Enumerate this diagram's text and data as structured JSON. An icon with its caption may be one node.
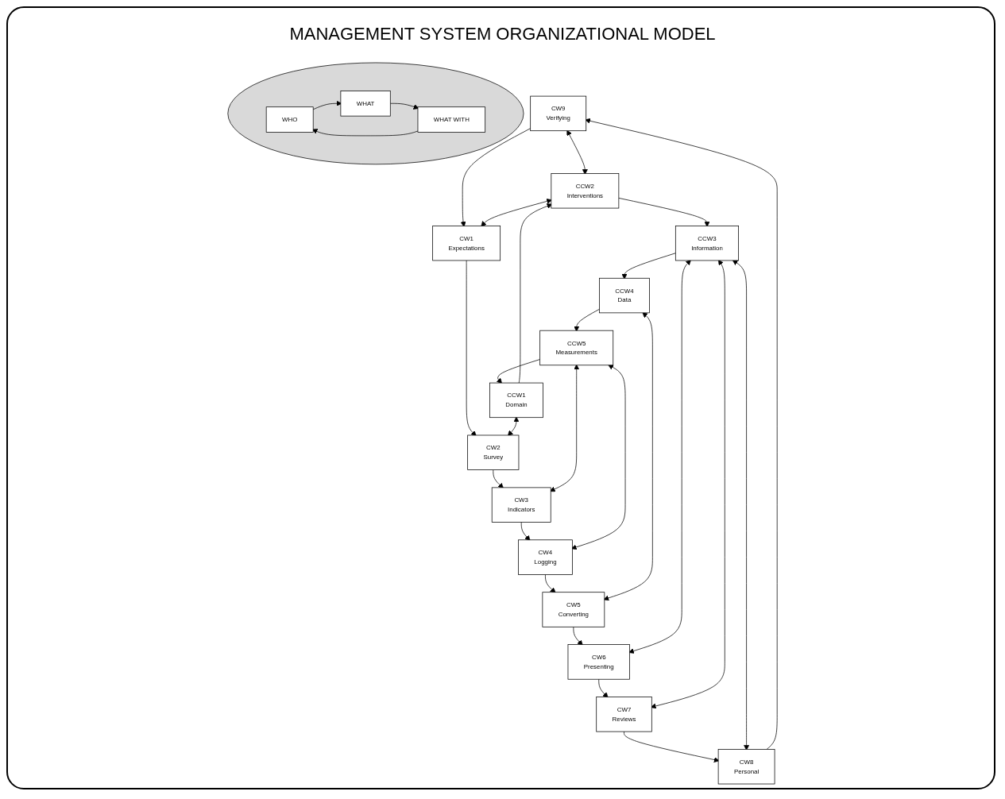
{
  "diagram": {
    "title": "MANAGEMENT SYSTEM ORGANIZATIONAL MODEL",
    "nodes": [
      {
        "text": [
          "CW9",
          "Verifying"
        ]
      },
      {
        "text": [
          "CW1",
          "Expectations"
        ]
      },
      {
        "text": [
          "CCW2",
          "Interventions"
        ]
      },
      {
        "text": [
          "CW8",
          "Personal"
        ]
      },
      {
        "text": [
          "CW2",
          "Survey"
        ]
      },
      {
        "text": [
          "CCW1",
          "Domain"
        ]
      },
      {
        "text": [],
        "shape": "circle"
      },
      {
        "text": [
          "WHO"
        ],
        "in": 6
      },
      {
        "text": [
          "WHAT"
        ],
        "in": 6
      },
      {
        "text": [
          "CW7",
          "Reviews"
        ]
      },
      {
        "text": [
          "CCW3",
          "Information"
        ]
      },
      {
        "text": [
          "CCW5",
          "Measurements"
        ]
      },
      {
        "text": [
          "CW3",
          "Indicators"
        ]
      },
      {
        "text": [
          "WHAT WITH"
        ],
        "in": 6
      },
      {
        "text": [
          "CCW4",
          "Data"
        ]
      },
      {
        "text": [
          "CW4",
          "Logging"
        ]
      },
      {
        "text": [
          "CW6",
          "Presenting"
        ]
      },
      {
        "text": [
          "CW5",
          "Converting"
        ]
      }
    ],
    "edges": [
      {
        "from": 0,
        "to": 1,
        "arrow": "to"
      },
      {
        "from": 1,
        "to": 4,
        "arrow": "to"
      },
      {
        "from": 4,
        "to": 12,
        "arrow": "to"
      },
      {
        "from": 12,
        "to": 15,
        "arrow": "to"
      },
      {
        "from": 15,
        "to": 17,
        "arrow": "to"
      },
      {
        "from": 17,
        "to": 16,
        "arrow": "to"
      },
      {
        "from": 16,
        "to": 9,
        "arrow": "to"
      },
      {
        "from": 9,
        "to": 3,
        "arrow": "to"
      },
      {
        "from": 3,
        "to": 0,
        "arrow": "to"
      },
      {
        "from": 5,
        "to": 2,
        "arrow": "to"
      },
      {
        "from": 2,
        "to": 10,
        "arrow": "to"
      },
      {
        "from": 10,
        "to": 14,
        "arrow": "to"
      },
      {
        "from": 14,
        "to": 11,
        "arrow": "to"
      },
      {
        "from": 11,
        "to": 5,
        "arrow": "to"
      },
      {
        "from": 0,
        "to": 2,
        "arrow": "both"
      },
      {
        "from": 1,
        "to": 2,
        "arrow": "both"
      },
      {
        "from": 4,
        "to": 5,
        "arrow": "both"
      },
      {
        "from": 12,
        "to": 11,
        "arrow": "both"
      },
      {
        "from": 15,
        "to": 11,
        "arrow": "both"
      },
      {
        "from": 17,
        "to": 14,
        "arrow": "both"
      },
      {
        "from": 16,
        "to": 10,
        "arrow": "both"
      },
      {
        "from": 9,
        "to": 10,
        "arrow": "both"
      },
      {
        "from": 3,
        "to": 10,
        "arrow": "both"
      },
      {
        "from": 7,
        "to": 8,
        "arrow": "to"
      },
      {
        "from": 8,
        "to": 13,
        "arrow": "to"
      },
      {
        "from": 13,
        "to": 7,
        "arrow": "to"
      }
    ]
  }
}
